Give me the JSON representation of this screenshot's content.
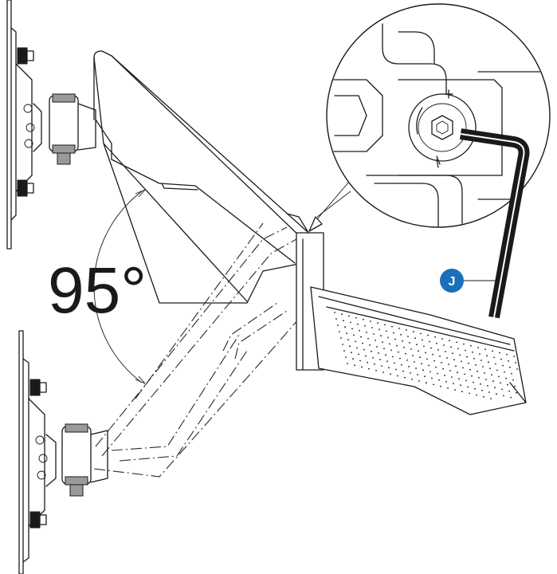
{
  "diagram": {
    "angle_label": "95°",
    "callout_letter": "J",
    "colors": {
      "line": "#1a1a1a",
      "badge": "#1a6fb8",
      "badge_text": "#ffffff",
      "background": "#ffffff"
    },
    "icons": [
      "wall-plate",
      "gas-spring-arm",
      "allen-key",
      "tension-screw",
      "plus-sign",
      "minus-sign",
      "monitor-panel"
    ]
  }
}
